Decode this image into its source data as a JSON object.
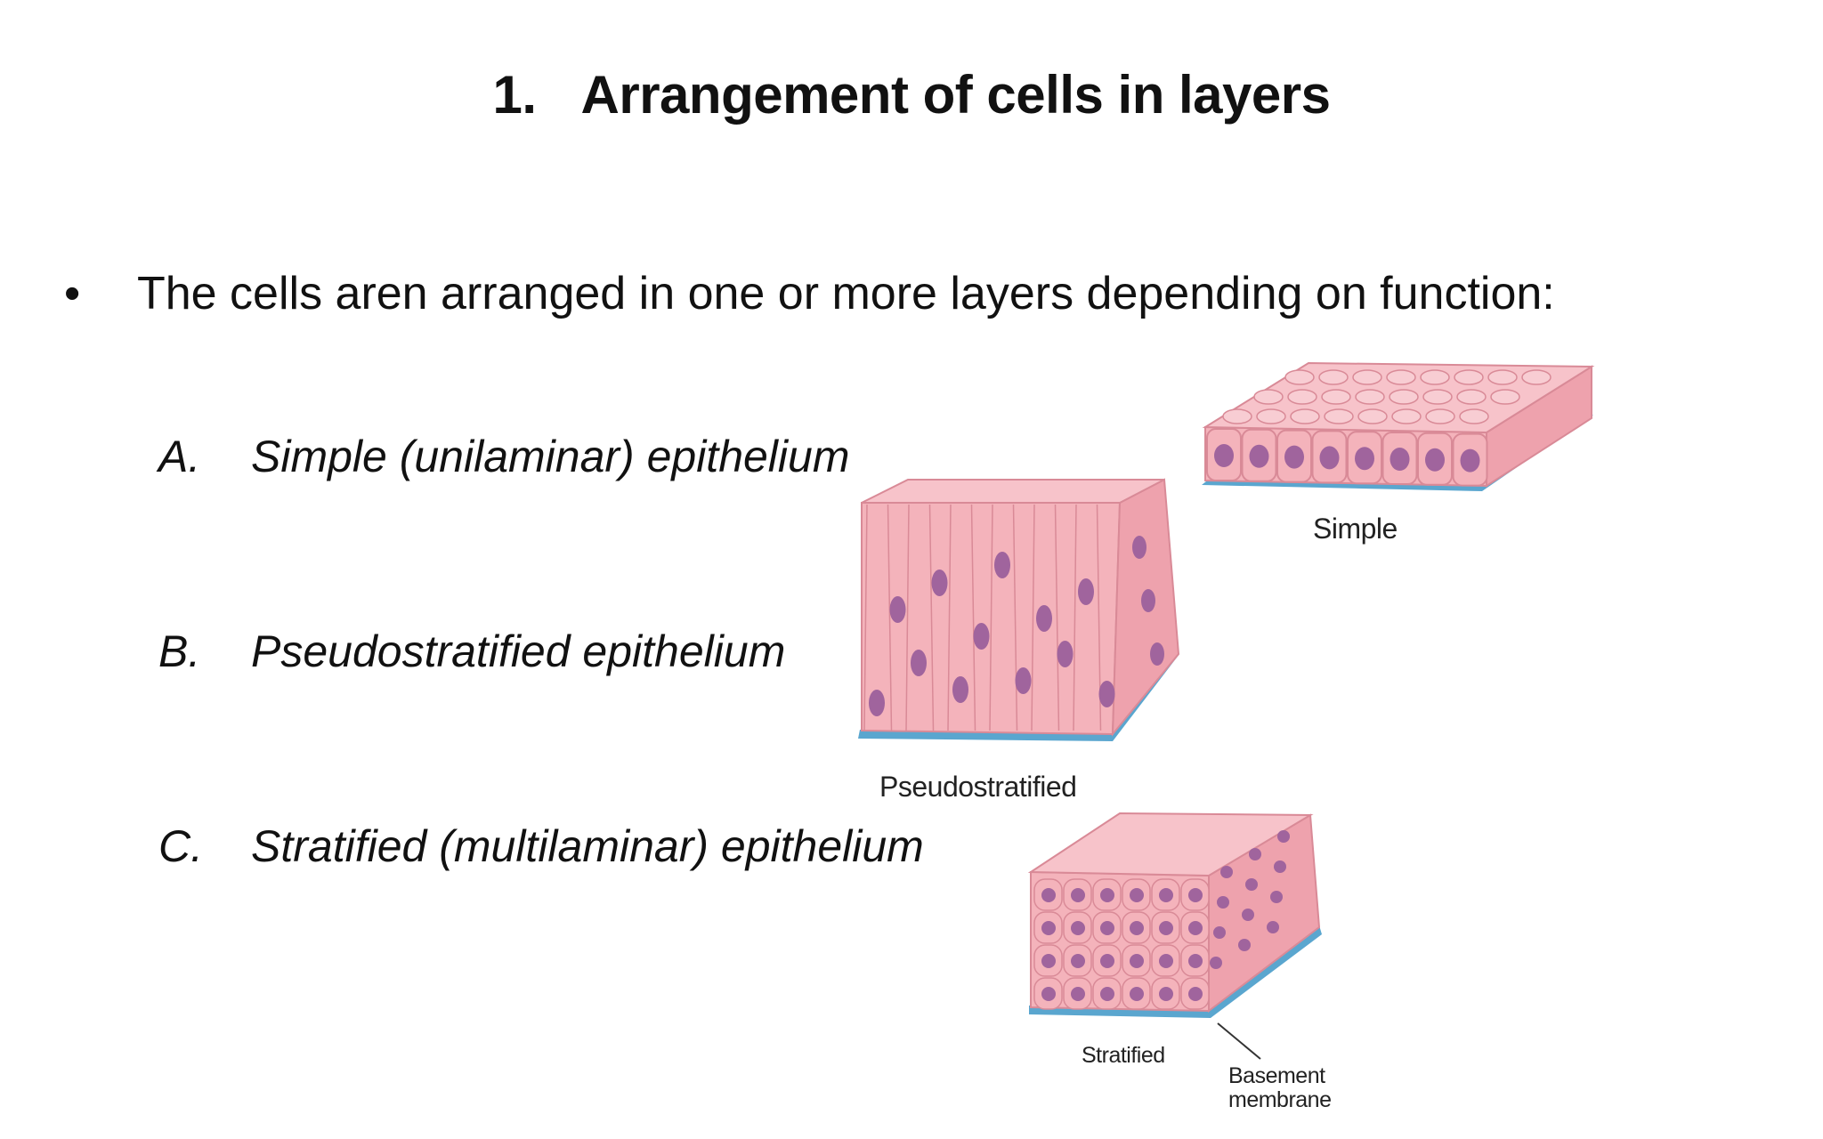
{
  "slide": {
    "title_number": "1.",
    "title_text": "Arrangement of cells in layers",
    "bullet_symbol": "•",
    "bullet_text": "The cells aren arranged in one or more layers depending on function:",
    "items": [
      {
        "letter": "A.",
        "text": "Simple (unilaminar) epithelium"
      },
      {
        "letter": "B.",
        "text": "Pseudostratified epithelium"
      },
      {
        "letter": "C.",
        "text": "Stratified (multilaminar) epithelium"
      }
    ]
  },
  "figure": {
    "labels": {
      "simple": "Simple",
      "pseudostratified": "Pseudostratified",
      "stratified": "Stratified",
      "basement_line1": "Basement",
      "basement_line2": "membrane"
    },
    "colors": {
      "cell_fill": "#f4b3bb",
      "cell_edge": "#d98a97",
      "nucleus": "#a0649d",
      "basement": "#5aa6cf"
    }
  }
}
